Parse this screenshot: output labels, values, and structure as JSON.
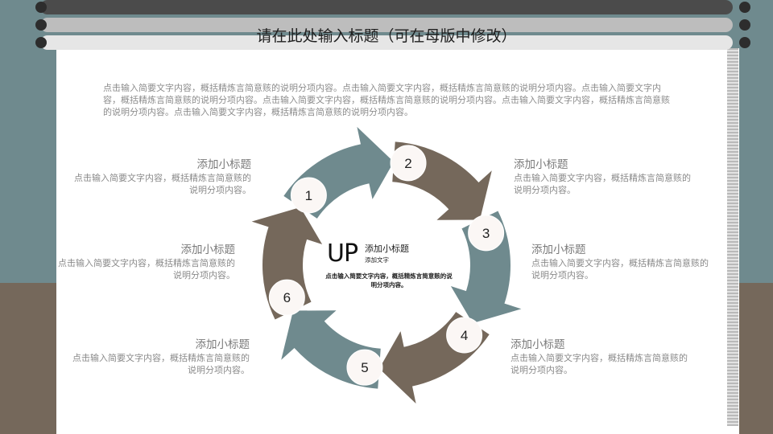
{
  "title": "请在此处输入标题（可在母版中修改）",
  "intro": "点击输入简要文字内容，概括精炼言简意赅的说明分项内容。点击输入简要文字内容，概括精炼言简意赅的说明分项内容。点击输入简要文字内容，概括精炼言简意赅的说明分项内容。点击输入简要文字内容，概括精炼言简意赅的说明分项内容。点击输入简要文字内容，概括精炼言简意赅的说明分项内容。点击输入简要文字内容，概括精炼言简意赅的说明分项内容。",
  "center": {
    "big": "UP",
    "subtitle": "添加小标题",
    "small": "添加文字",
    "desc": "点击输入简要文字内容，概括精炼言简意赅的说明分项内容。"
  },
  "cycle_numbers": [
    "1",
    "2",
    "3",
    "4",
    "5",
    "6"
  ],
  "items": [
    {
      "heading": "添加小标题",
      "body": "点击输入简要文字内容，概括精炼言简意赅的说明分项内容。"
    },
    {
      "heading": "添加小标题",
      "body": "点击输入简要文字内容，概括精炼言简意赅的说明分项内容。"
    },
    {
      "heading": "添加小标题",
      "body": "点击输入简要文字内容，概括精炼言简意赅的说明分项内容。"
    },
    {
      "heading": "添加小标题",
      "body": "点击输入简要文字内容，概括精炼言简意赅的说明分项内容。"
    },
    {
      "heading": "添加小标题",
      "body": "点击输入简要文字内容，概括精炼言简意赅的说明分项内容。"
    },
    {
      "heading": "添加小标题",
      "body": "点击输入简要文字内容，概括精炼言简意赅的说明分项内容。"
    }
  ],
  "colors": {
    "teal": "#6f8a8e",
    "brown": "#75685b",
    "rod_dark": "#4b4b4b",
    "rod_light": "#d2d2d2"
  }
}
